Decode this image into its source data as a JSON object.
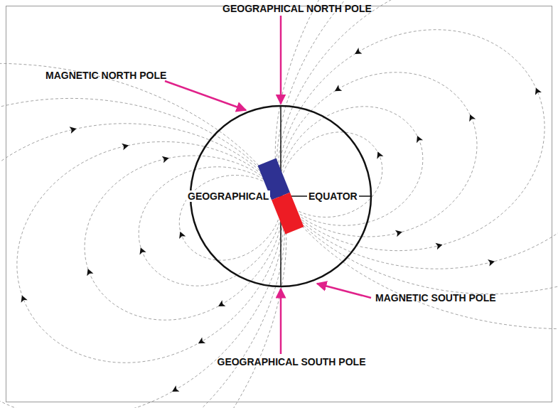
{
  "diagram": {
    "labels": [
      "GEOGRAPHICAL NORTH POLE",
      "MAGNETIC NORTH POLE",
      "GEOGRAPHICAL",
      "EQUATOR",
      "MAGNETIC SOUTH POLE",
      "GEOGRAPHICAL SOUTH POLE"
    ]
  }
}
